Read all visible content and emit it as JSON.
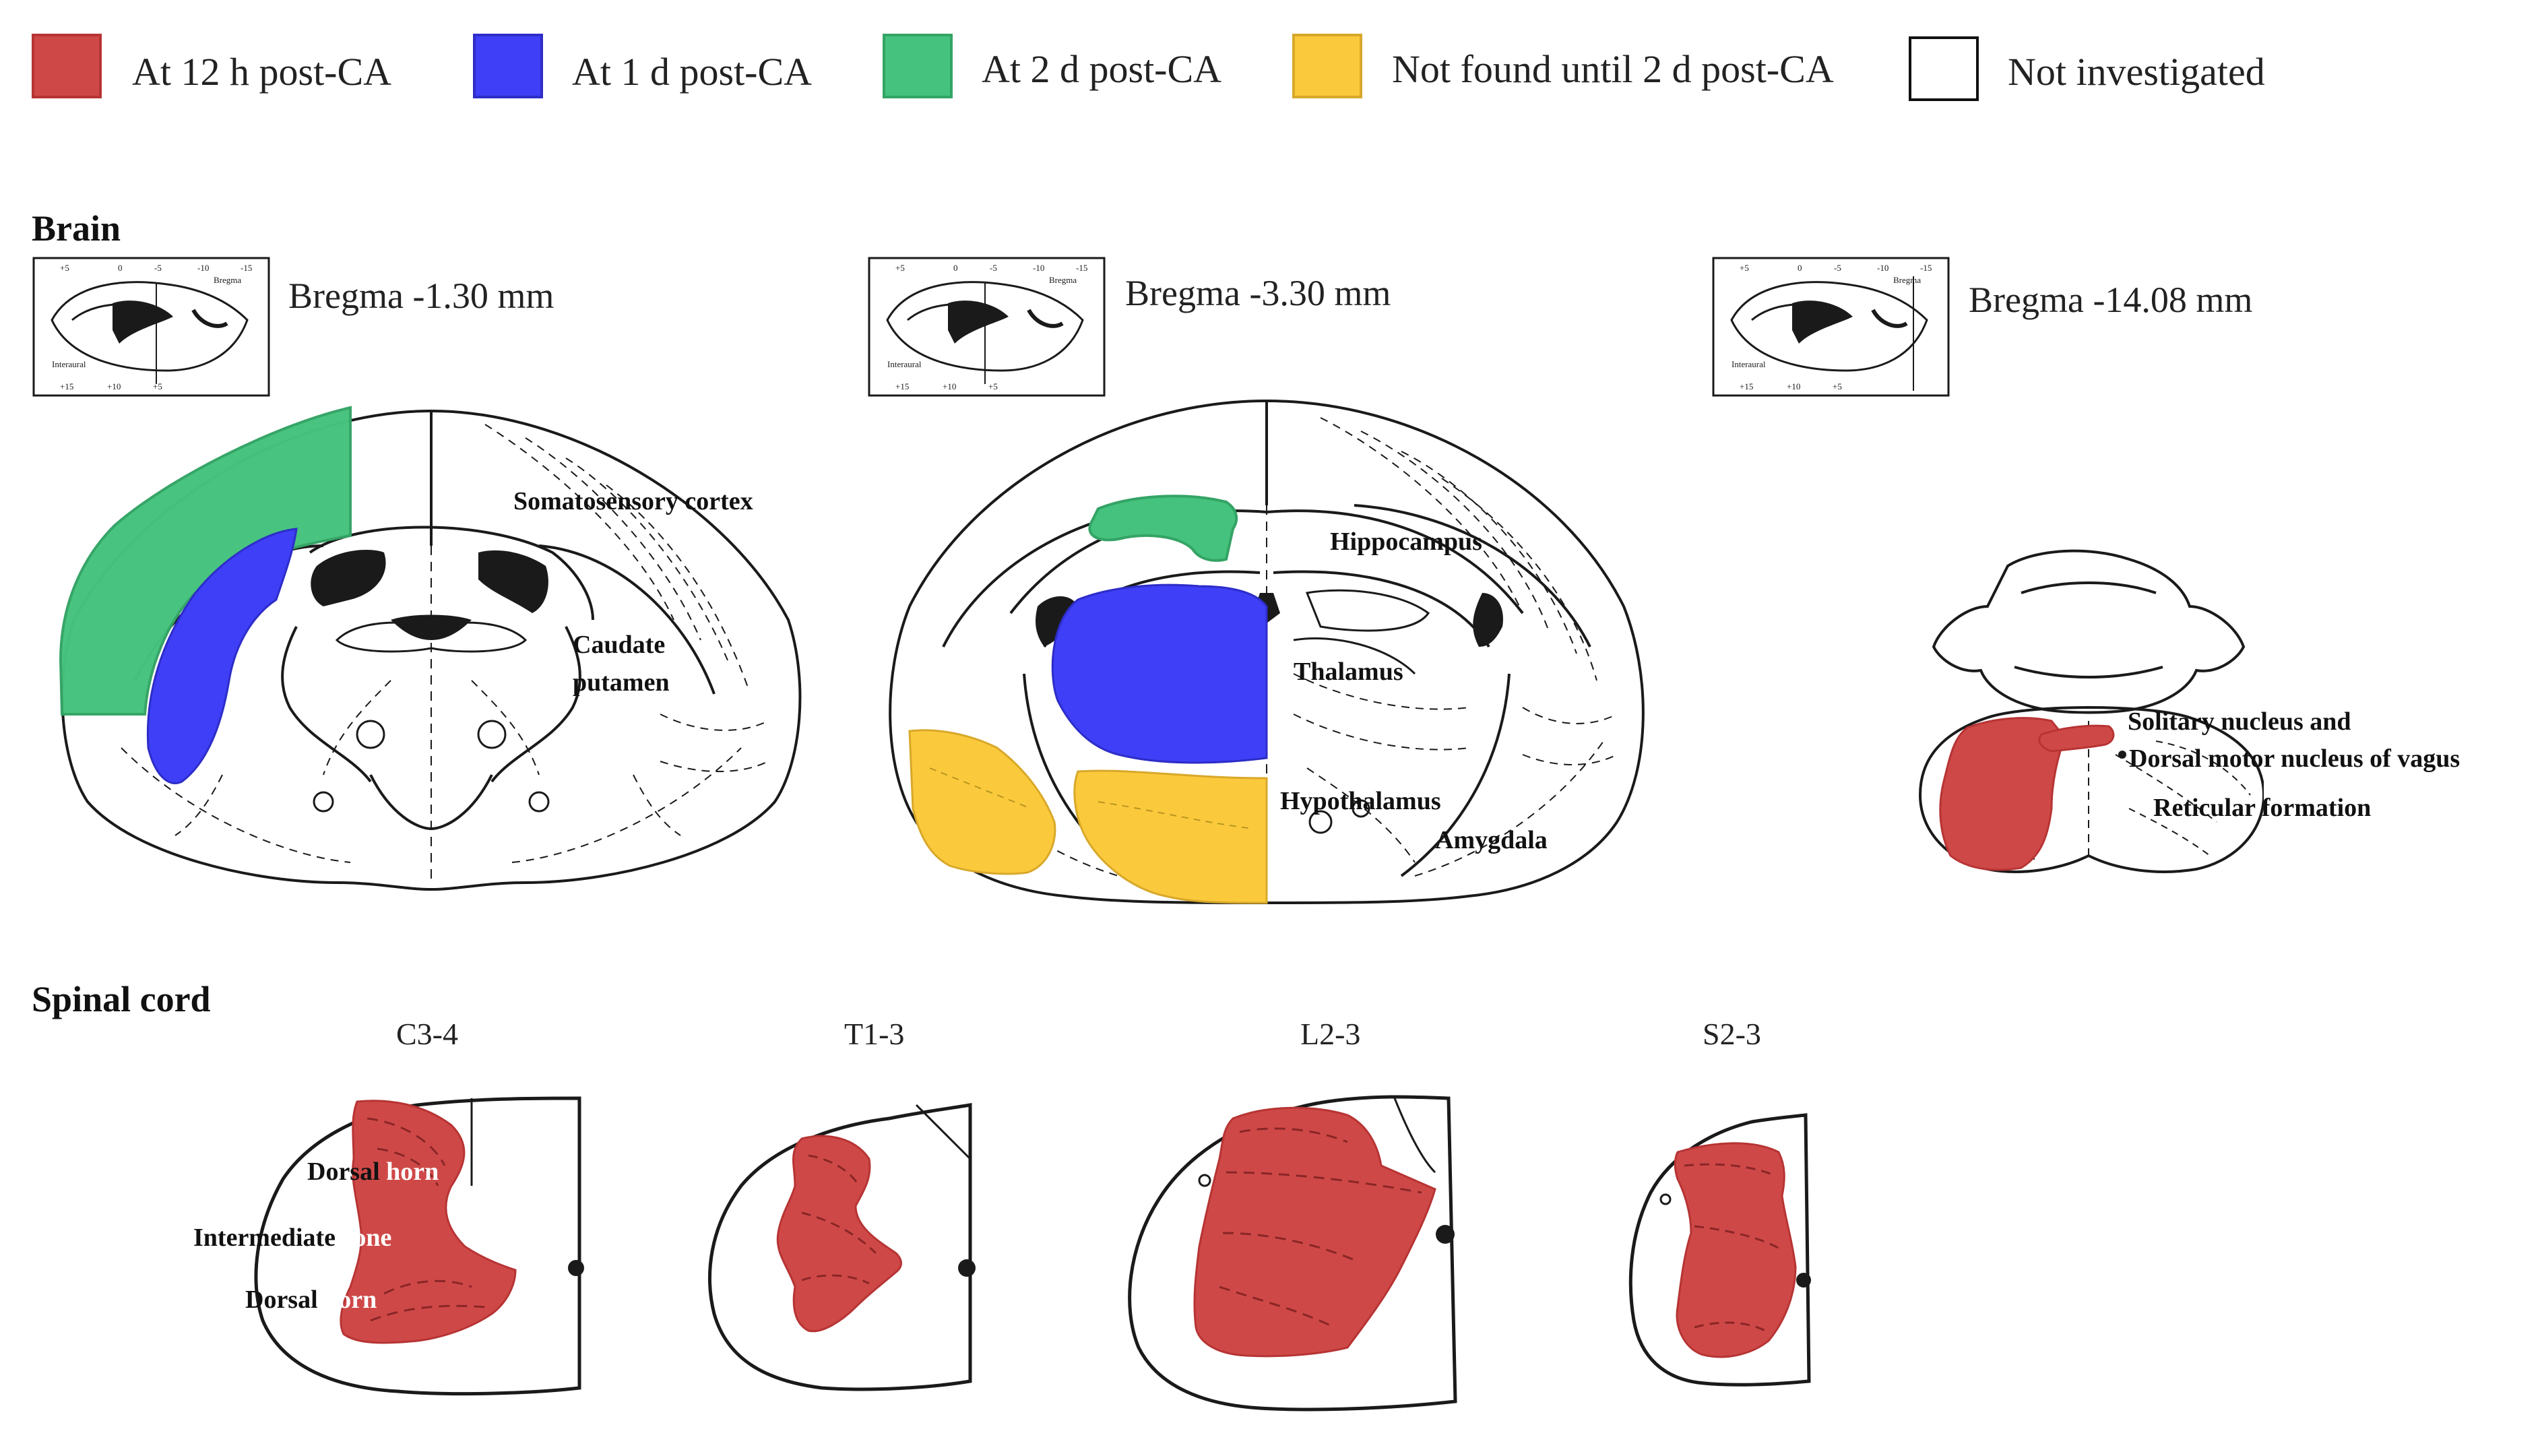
{
  "legend": [
    {
      "label": "At 12 h post-CA",
      "color": "#cf4848"
    },
    {
      "label": "At 1 d post-CA",
      "color": "#3f3ff7"
    },
    {
      "label": "At 2 d post-CA",
      "color": "#45c37e"
    },
    {
      "label": "Not found until 2 d post-CA",
      "color": "#fbca3c"
    },
    {
      "label": "Not investigated",
      "color": "#ffffff"
    }
  ],
  "brain": {
    "title": "Brain",
    "sections": [
      {
        "bregma": "Bregma -1.30 mm",
        "regions": [
          "Somatosensory cortex",
          "Caudate",
          "putamen"
        ]
      },
      {
        "bregma": "Bregma -3.30 mm",
        "regions": [
          "Hippocampus",
          "Thalamus",
          "Hypothalamus",
          "Amygdala"
        ]
      },
      {
        "bregma": "Bregma -14.08 mm",
        "regions": [
          "Solitary nucleus and",
          "Dorsal motor nucleus of vagus",
          "Reticular formation"
        ]
      }
    ]
  },
  "spinal_cord": {
    "title": "Spinal cord",
    "segments": [
      "C3-4",
      "T1-3",
      "L2-3",
      "S2-3"
    ],
    "regions": [
      {
        "black": "Dorsal ",
        "white": "horn"
      },
      {
        "black": "Intermediate ",
        "white": "zone"
      },
      {
        "black": "Dorsal ",
        "white": "horn"
      }
    ]
  },
  "inset": {
    "ticks_top": [
      "+5",
      "0",
      "-5",
      "-10",
      "-15"
    ],
    "ticks_bottom": [
      "+15",
      "+10",
      "+5"
    ],
    "bregma": "Bregma",
    "interaural": "Interaural"
  },
  "colors": {
    "red": "#cf4848",
    "blue": "#3f3ff7",
    "green": "#45c37e",
    "yellow": "#fbca3c",
    "line": "#1a1a1a"
  }
}
